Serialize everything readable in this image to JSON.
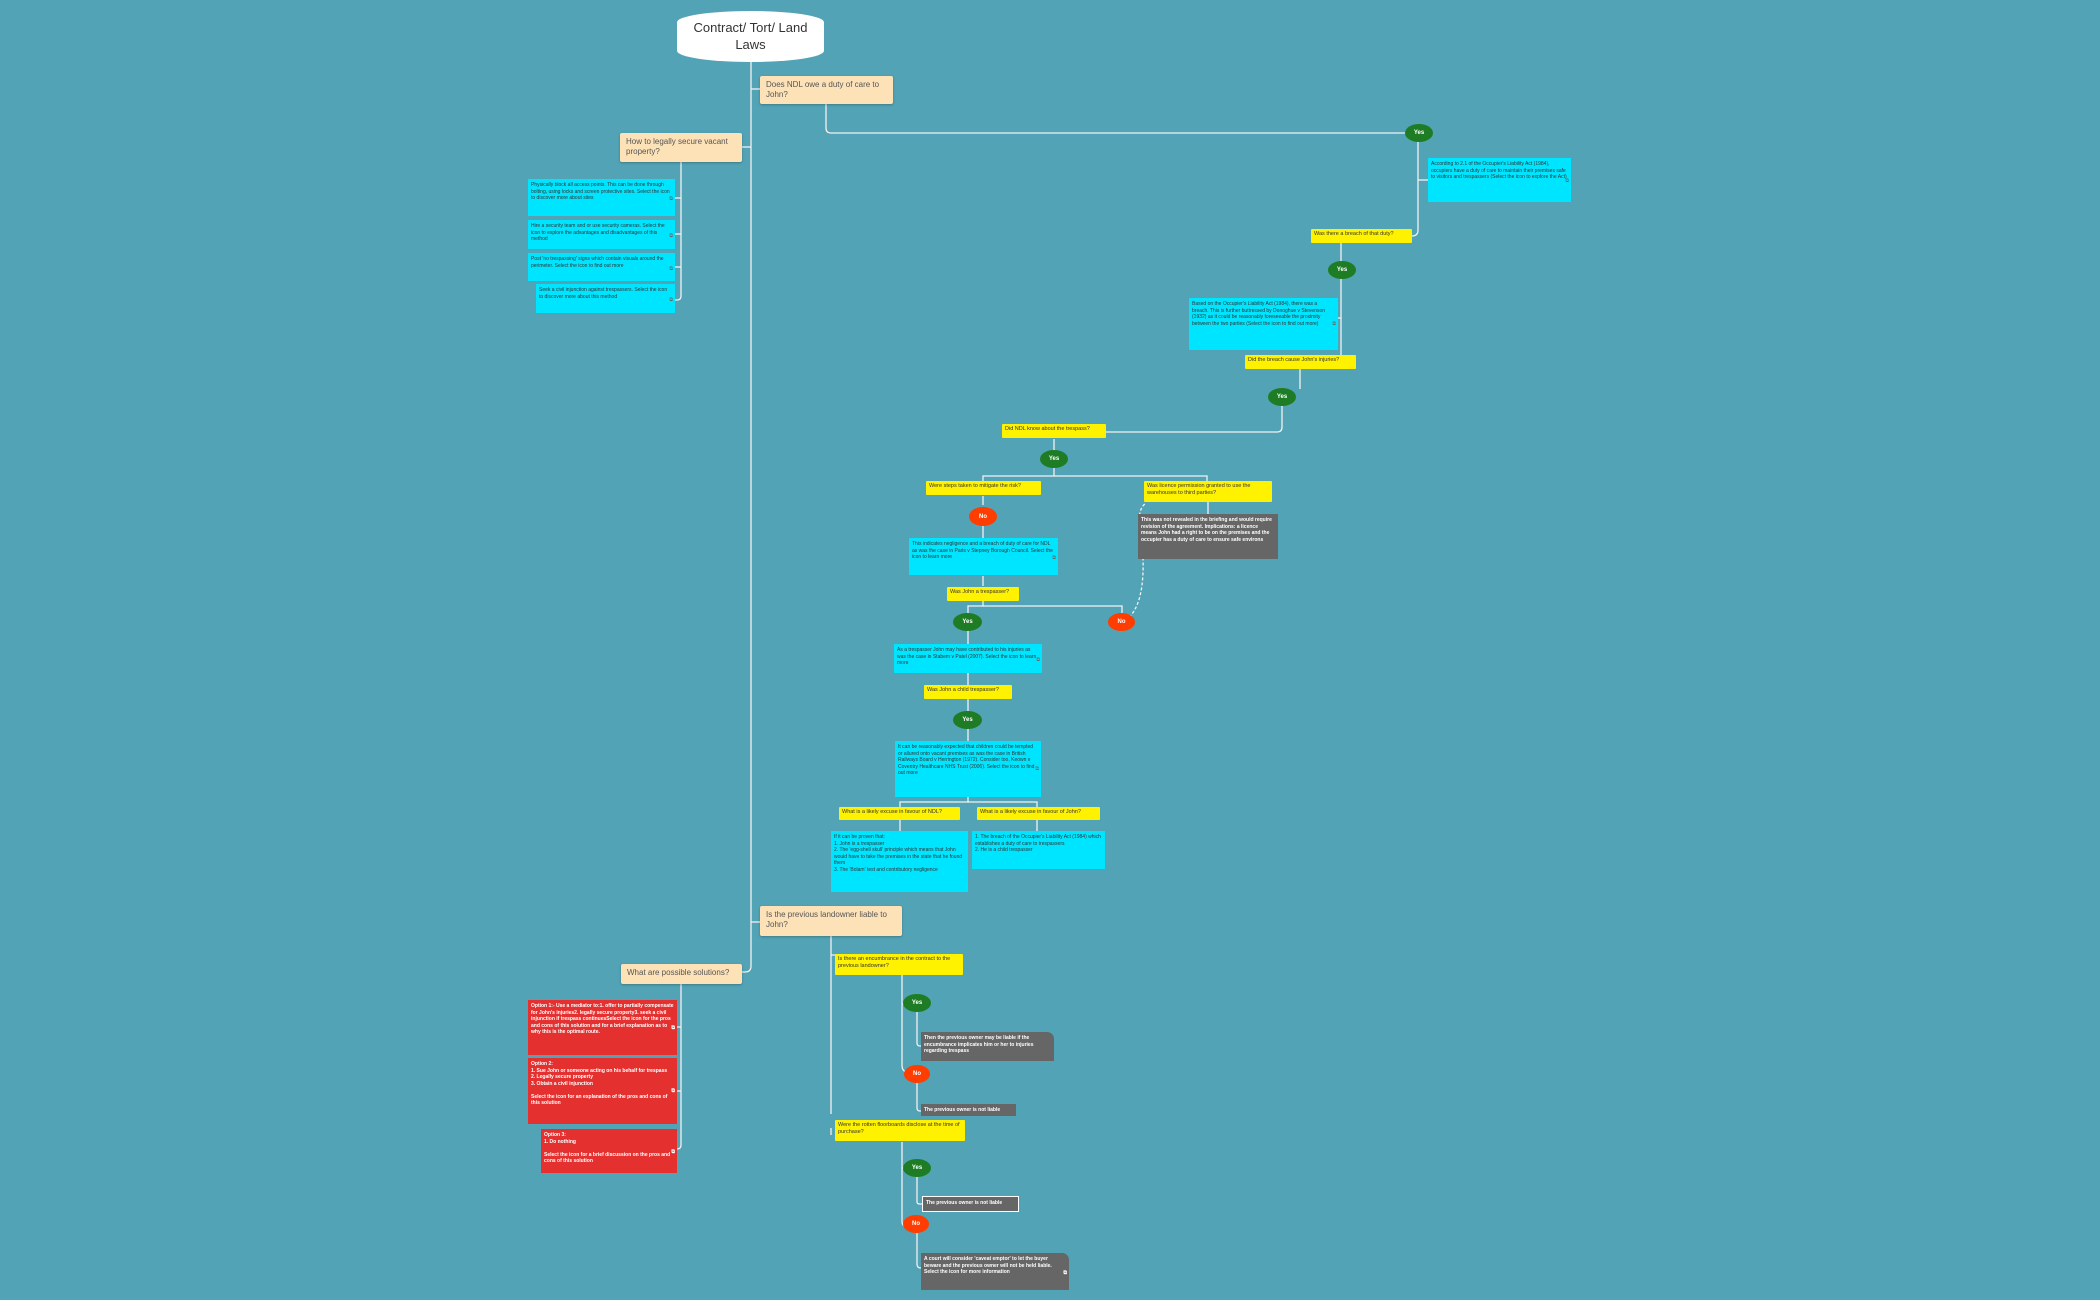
{
  "root": {
    "title": "Contract/ Tort/ Land\nLaws"
  },
  "questions": {
    "duty": "Does NDL owe a duty of care to John?",
    "secure": "How to legally secure vacant property?",
    "landowner": "Is the previous landowner liable to John?",
    "solutions": "What are possible solutions?"
  },
  "pills": {
    "yes": "Yes",
    "no": "No"
  },
  "yellow": {
    "breach": "Was there a breach of that duty?",
    "cause": "Did the breach cause John's injuries?",
    "know": "Did NDL know about the trespass?",
    "steps": "Were steps taken to mitigate the risk?",
    "licence": "Was licence permission granted to use the warehouses to third parties?",
    "trespasser": "Was John a trespasser?",
    "child": "Was John a child trespasser?",
    "excuse_ndl": "What is a likely excuse in favour of NDL?",
    "excuse_john": "What is a likely excuse in favour of John?",
    "encumbrance": "Is there an encumbrance in the contract to the previous landowner?",
    "rotten": "Were the rotten floorboards disclose at the time of purchase?"
  },
  "cyan": {
    "ola": "According to 2.1 of the Occupier's Liability Act (1984), occupiers have a duty of care to maintain their premises safe to visitors and trespassers (Select the icon to explore the Act)",
    "breach_yes": "Based on the Occupier's Liability Act (1984), there was a breach. This is further buttressed by Donoghue v Stevenson (1932) as it could be reasonably foreseeable the proximity between the two parties (Select the icon to find out more)",
    "negligence": "This indicates negligence and a breach of duty of care for NDL as was the case in Paris v Stepney Borough Council. Select the icon to learn more",
    "contrib": "As a trespasser John may have contributed to his injuries as was the case in Stabem v Patel (2007). Select the icon to learn more",
    "child_text": "It can be reasonably expected that children could be tempted or allured onto vacant premises as was the case in British Railways Board v Herrington (1972). Consider too, Keown v Coventry Healthcare NHS Trust (2006). Select the icon to find out more",
    "ndl_excuse": "If it can be proven that:\n1. John is a trespasser\n2. The 'egg-shell skull' principle which means that John would have to take the premises in the state that he found them\n3. The 'Bolam' test and contributory negligence",
    "john_excuse": "1. The breach of the Occupier's Liability Act (1984) which establishes a duty of care to trespassers\n2. He is a child trespasser",
    "secure1": "Physically block all access points. This can be done through bolting, using locks and screen protective sites. Select the icon to discover more about sites",
    "secure2": "Hire a security team and or use security cameras. Select the icon to explore the advantages and disadvantages of this method",
    "secure3": "Post 'no trespassing' signs which contain visuals around the perimeter. Select the icon to find out more",
    "secure4": "Seek a civil injunction against trespassers. Select the icon to discover more about this method"
  },
  "grey": {
    "licence_note": "This was not revealed in the briefing and would require revision of the agreement. Implications: a licence means John had a right to be on the premises and the occupier has a duty of care to ensure safe environs",
    "prev_liable": "Then the previous owner may be liable if the encumbrance implicates him or her to injuries regarding trespass",
    "not_liable1": "The previous owner is not liable",
    "not_liable2": "The previous owner is not liable",
    "caveat": "A court will consider 'caveat emptor' to let the buyer beware and the previous owner will not be held liable. Select the icon for more information"
  },
  "red": {
    "opt1": "Option 1:- Use a mediator to:1. offer to partially compensate for John's injuries2. legally secure property3. seek a civil injunction if trespass continuesSelect the icon for the pros and cons of this solution and for a brief explanation as to why this is the optimal route.",
    "opt2": "Option 2:\n1. Sue John or someone acting on his behalf for trespass\n2. Legally secure property\n3. Obtain a civil injunction\n\nSelect the icon for an explanation of the pros and cons of this solution",
    "opt3": "Option 3:\n1. Do nothing\n\nSelect the icon for a brief discussion on the pros and cons of this solution"
  },
  "icons": {
    "topic_link": "link-icon"
  },
  "colors": {
    "background": "#52a3b5",
    "question": "#fde2b8",
    "yellow": "#fff200",
    "cyan": "#00e5ff",
    "red": "#e53030",
    "grey": "#666666",
    "yes": "#1e7d24",
    "no": "#ff3d00"
  }
}
